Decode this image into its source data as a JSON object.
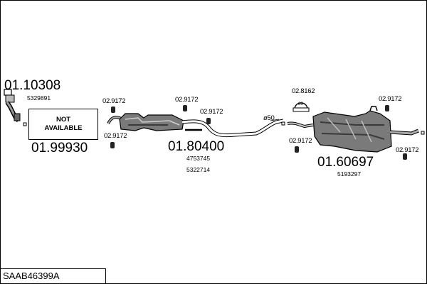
{
  "diagram_code": "SAAB46399A",
  "not_available_box": {
    "line1": "NOT",
    "line2": "AVAILABLE"
  },
  "parts": {
    "front_pipe": {
      "code": "01.10308",
      "oem": "5329891"
    },
    "not_available_part": {
      "code": "01.99930"
    },
    "middle_silencer": {
      "code": "01.80400",
      "oem1": "4753745",
      "oem2": "5322714"
    },
    "rear_silencer": {
      "code": "01.60697",
      "oem": "5193297"
    }
  },
  "mountings": {
    "m1": "02.9172",
    "m2": "02.9172",
    "m3": "02.9172",
    "m4": "02.9172",
    "m5": "02.9172",
    "m6": "02.9172",
    "m7": "02.9172",
    "bracket": "02.8162"
  },
  "pipe_diameter_label": "ø50",
  "bracket_inner_label": "63",
  "colors": {
    "line": "#000000",
    "part_fill": "#7a7a7a",
    "part_dark": "#3a3a3a"
  }
}
